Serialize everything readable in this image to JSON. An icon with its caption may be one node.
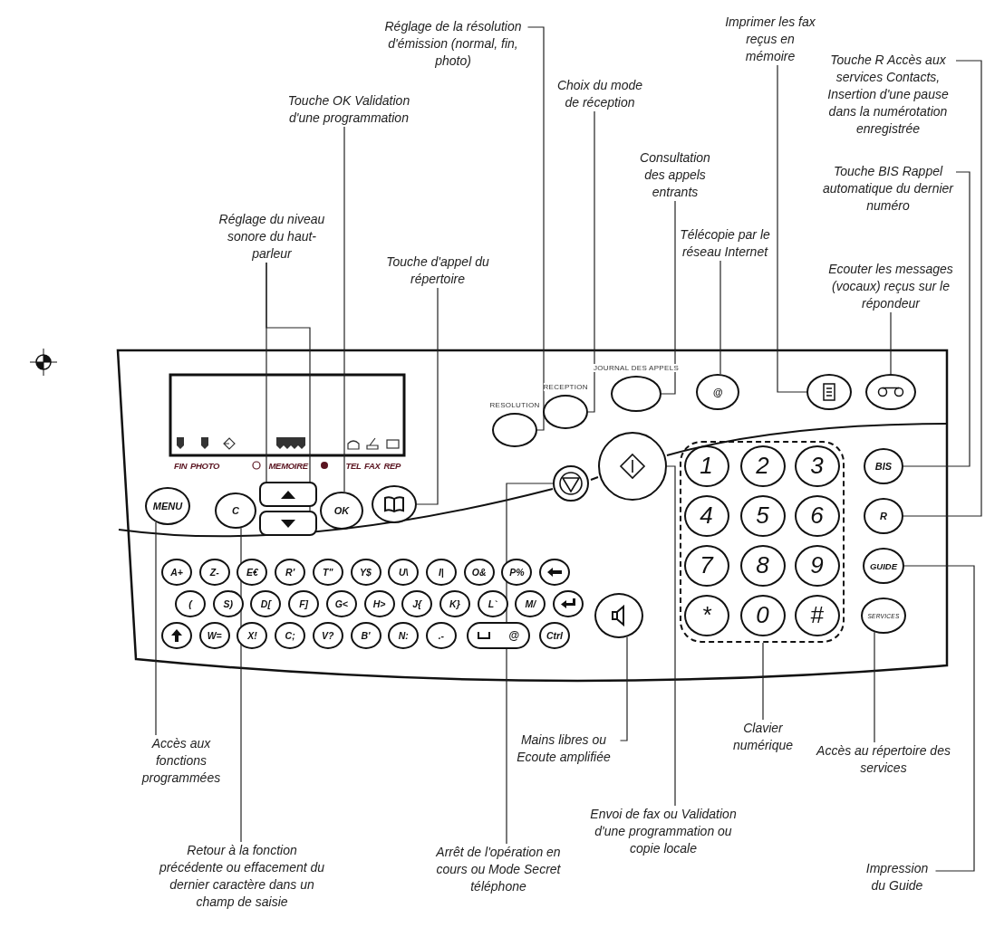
{
  "diagram": {
    "nodes": [
      {
        "text": [
          "Réglage de la résolution d'émission (normal, fin, photo)"
        ]
      },
      {
        "text": [
          "Imprimer les fax reçus en mémoire"
        ]
      },
      {
        "text": [
          "Touche R Accès aux services Contacts, Insertion d'une pause dans la numérotation enregistrée"
        ]
      },
      {
        "text": [
          "Choix du mode de réception"
        ]
      },
      {
        "text": [
          "Touche OK Validation d'une programmation"
        ]
      },
      {
        "text": [
          "Consultation des appels entrants"
        ]
      },
      {
        "text": [
          "Touche BIS Rappel automatique du dernier numéro"
        ]
      },
      {
        "text": [
          "Réglage du niveau sonore du haut-parleur"
        ]
      },
      {
        "text": [
          "Télécopie par le réseau Internet"
        ]
      },
      {
        "text": [
          "Touche d'appel du répertoire"
        ]
      },
      {
        "text": [
          "Ecouter les messages (vocaux) reçus sur le répondeur"
        ]
      },
      {
        "text": [
          "RESOLUTION"
        ]
      },
      {
        "text": [
          "RECEPTION"
        ]
      },
      {
        "text": [
          "JOURNAL DES APPELS"
        ]
      },
      {
        "text": [
          "@"
        ]
      },
      {
        "text": [],
        "shape": "circle"
      },
      {
        "text": [],
        "shape": "circle"
      },
      {
        "text": [
          "MENU"
        ]
      },
      {
        "text": [
          "C"
        ]
      },
      {
        "text": [],
        "shape": "box"
      },
      {
        "text": [],
        "shape": "box"
      },
      {
        "text": [
          "OK"
        ]
      },
      {
        "text": [],
        "shape": "circle"
      },
      {
        "text": [],
        "shape": "circle"
      },
      {
        "text": [],
        "shape": "circle"
      },
      {
        "text": [],
        "shape": "box"
      },
      {
        "text": [
          "1"
        ],
        "in": 25
      },
      {
        "text": [
          "2"
        ],
        "in": 25
      },
      {
        "text": [
          "3"
        ],
        "in": 25
      },
      {
        "text": [
          "4"
        ],
        "in": 25
      },
      {
        "text": [
          "5"
        ],
        "in": 25
      },
      {
        "text": [
          "6"
        ],
        "in": 25
      },
      {
        "text": [
          "7"
        ],
        "in": 25
      },
      {
        "text": [
          "8"
        ],
        "in": 25
      },
      {
        "text": [
          "9"
        ],
        "in": 25
      },
      {
        "text": [
          "*"
        ],
        "in": 25
      },
      {
        "text": [
          "0"
        ],
        "in": 25
      },
      {
        "text": [
          "#"
        ],
        "in": 25
      },
      {
        "text": [
          "BIS"
        ]
      },
      {
        "text": [
          "R"
        ]
      },
      {
        "text": [
          "GUIDE"
        ]
      },
      {
        "text": [
          "SERVICES"
        ]
      },
      {
        "text": [
          "A+"
        ]
      },
      {
        "text": [
          "Z-"
        ]
      },
      {
        "text": [
          "E€"
        ]
      },
      {
        "text": [
          "R'"
        ]
      },
      {
        "text": [
          "T\""
        ]
      },
      {
        "text": [
          "Y$"
        ]
      },
      {
        "text": [
          "U\\"
        ]
      },
      {
        "text": [
          "I|"
        ]
      },
      {
        "text": [
          "O&"
        ]
      },
      {
        "text": [
          "P%"
        ]
      },
      {
        "text": [],
        "shape": "circle"
      },
      {
        "text": [
          "("
        ]
      },
      {
        "text": [
          "S)"
        ]
      },
      {
        "text": [
          "D["
        ]
      },
      {
        "text": [
          "F]"
        ]
      },
      {
        "text": [
          "G<"
        ]
      },
      {
        "text": [
          "H>"
        ]
      },
      {
        "text": [
          "J{"
        ]
      },
      {
        "text": [
          "K}"
        ]
      },
      {
        "text": [
          "L`"
        ]
      },
      {
        "text": [
          "M/"
        ]
      },
      {
        "text": [],
        "shape": "circle"
      },
      {
        "text": [],
        "shape": "circle"
      },
      {
        "text": [
          "W="
        ]
      },
      {
        "text": [
          "X!"
        ]
      },
      {
        "text": [
          "C;"
        ]
      },
      {
        "text": [
          "V?"
        ]
      },
      {
        "text": [
          "B'"
        ]
      },
      {
        "text": [
          "N:"
        ]
      },
      {
        "text": [
          ".-"
        ]
      },
      {
        "text": [
          "@"
        ]
      },
      {
        "text": [
          "Ctrl"
        ]
      },
      {
        "text": [],
        "shape": "circle"
      },
      {
        "text": [
          "Accès aux fonctions programmées"
        ]
      },
      {
        "text": [
          "Mains libres ou Ecoute amplifiée"
        ]
      },
      {
        "text": [
          "Clavier numérique"
        ]
      },
      {
        "text": [
          "Accès au répertoire des services"
        ]
      },
      {
        "text": [
          "Envoi de fax ou Validation d'une programmation ou copie locale"
        ]
      },
      {
        "text": [
          "Retour à la fonction précédente ou effacement du dernier caractère dans un champ de saisie"
        ]
      },
      {
        "text": [
          "Arrêt de l'opération en cours ou Mode Secret téléphone"
        ]
      },
      {
        "text": [
          "Impression du Guide"
        ]
      }
    ],
    "edges": [
      {
        "from": 0,
        "to": 11,
        "arrow": "none"
      },
      {
        "from": 1,
        "to": 15,
        "arrow": "none"
      },
      {
        "from": 2,
        "to": 39,
        "arrow": "none"
      },
      {
        "from": 3,
        "to": 12,
        "arrow": "none"
      },
      {
        "from": 4,
        "to": 21,
        "arrow": "none"
      },
      {
        "from": 5,
        "to": 13,
        "arrow": "none"
      },
      {
        "from": 6,
        "to": 38,
        "arrow": "none"
      },
      {
        "from": 7,
        "to": 19,
        "arrow": "none"
      },
      {
        "from": 7,
        "to": 20,
        "arrow": "none"
      },
      {
        "from": 8,
        "to": 14,
        "arrow": "none"
      },
      {
        "from": 9,
        "to": 22,
        "arrow": "none"
      },
      {
        "from": 10,
        "to": 16,
        "arrow": "none"
      },
      {
        "from": 75,
        "to": 17,
        "arrow": "none"
      },
      {
        "from": 76,
        "to": 74,
        "arrow": "none"
      },
      {
        "from": 77,
        "to": 25,
        "arrow": "none"
      },
      {
        "from": 78,
        "to": 41,
        "arrow": "none"
      },
      {
        "from": 79,
        "to": 24,
        "arrow": "none"
      },
      {
        "from": 80,
        "to": 18,
        "arrow": "none"
      },
      {
        "from": 81,
        "to": 23,
        "arrow": "none"
      },
      {
        "from": 82,
        "to": 40,
        "arrow": "none"
      }
    ],
    "labels": [
      "FIN",
      "PHOTO",
      "MEMOIRE",
      "TEL",
      "FAX",
      "REP"
    ]
  }
}
